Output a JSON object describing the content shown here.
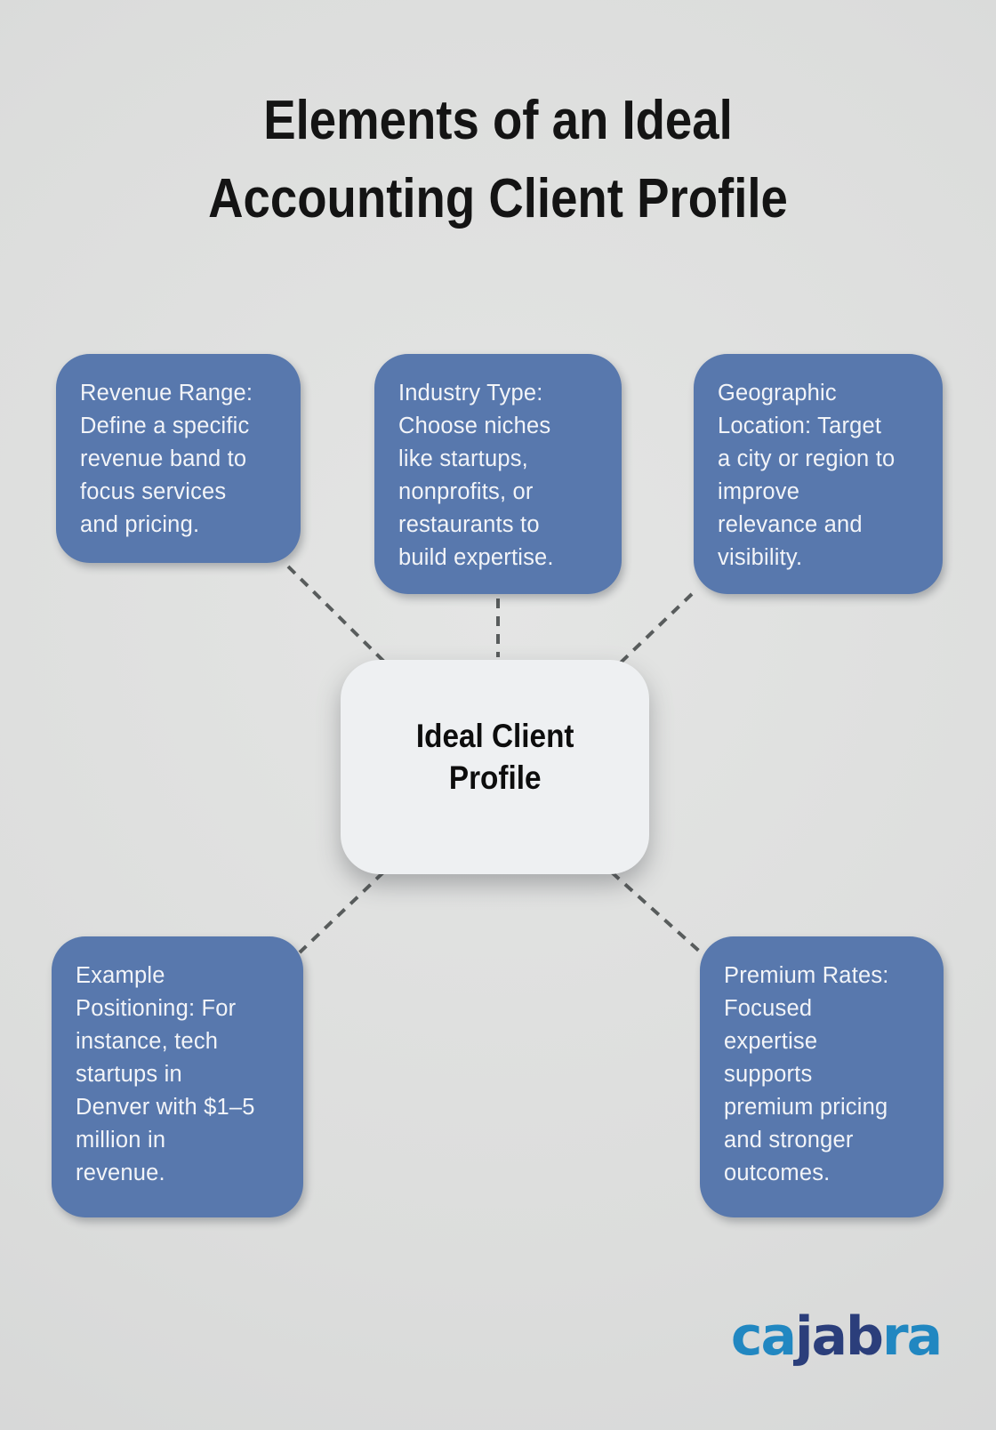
{
  "title": "Elements of an Ideal\nAccounting Client Profile",
  "center_node": {
    "label": "Ideal Client\nProfile"
  },
  "nodes": [
    {
      "id": "revenue-range",
      "text": "Revenue Range:\nDefine a specific\nrevenue band to\nfocus services\nand pricing."
    },
    {
      "id": "industry-type",
      "text": "Industry Type:\nChoose niches\nlike startups,\nnonprofits, or\nrestaurants to\nbuild expertise."
    },
    {
      "id": "geographic-location",
      "text": "Geographic\nLocation: Target\na city or region to\nimprove\nrelevance and\nvisibility."
    },
    {
      "id": "example-positioning",
      "text": "Example\nPositioning: For\ninstance, tech\nstartups in\nDenver with $1–5\nmillion in\nrevenue."
    },
    {
      "id": "premium-rates",
      "text": "Premium Rates:\nFocused\nexpertise\nsupports\npremium pricing\nand stronger\noutcomes."
    }
  ],
  "logo": {
    "name": "cajabra",
    "segments": [
      {
        "text": "ca"
      },
      {
        "text": "jab"
      },
      {
        "text": "ra"
      }
    ]
  },
  "colors": {
    "background": "#dcdddd",
    "title": "#141414",
    "node_fill": "#5878ad",
    "node_text": "#f2f4f8",
    "center_fill": "#eef0f2",
    "center_text": "#0d0d0d",
    "connector": "#585c5c",
    "logo_light": "#2187c1",
    "logo_dark": "#2b3e7b"
  }
}
